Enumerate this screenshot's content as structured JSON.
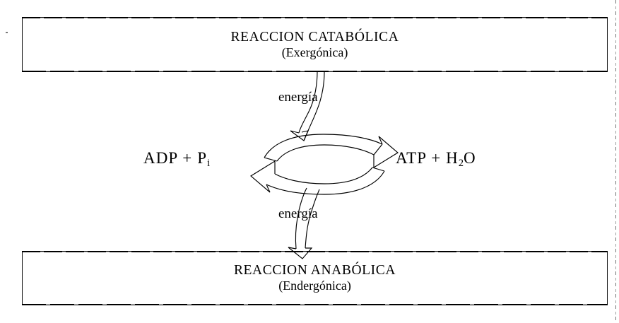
{
  "diagram": {
    "kind": "atp-adp-cycle",
    "language": "es",
    "catabolic_box": {
      "title": "REACCION CATABÓLICA",
      "subtitle": "(Exergónica)"
    },
    "anabolic_box": {
      "title": "REACCION ANABÓLICA",
      "subtitle": "(Endergónica)"
    },
    "left_molecules": {
      "text": "ADP  +  P",
      "subscript": "i"
    },
    "right_molecules": {
      "prefix": "ATP  +  H",
      "subscript": "2",
      "suffix": "O"
    },
    "energy_label_top": "energía",
    "energy_label_bottom": "energía",
    "arrows": [
      {
        "name": "cycle-arrow-forward",
        "from": "ADP + Pi",
        "to": "ATP + H2O",
        "direction": "left-to-right",
        "style": "open-block-arrow"
      },
      {
        "name": "cycle-arrow-reverse",
        "from": "ATP + H2O",
        "to": "ADP + Pi",
        "direction": "right-to-left",
        "style": "open-block-arrow"
      },
      {
        "name": "energy-in-arrow",
        "from": "REACCION CATABÓLICA",
        "to": "cycle",
        "direction": "downward",
        "style": "open-block-arrow"
      },
      {
        "name": "energy-out-arrow",
        "from": "cycle",
        "to": "REACCION ANABÓLICA",
        "direction": "downward",
        "style": "open-block-arrow"
      }
    ],
    "colors": {
      "ink": "#000000",
      "paper": "#ffffff"
    }
  }
}
